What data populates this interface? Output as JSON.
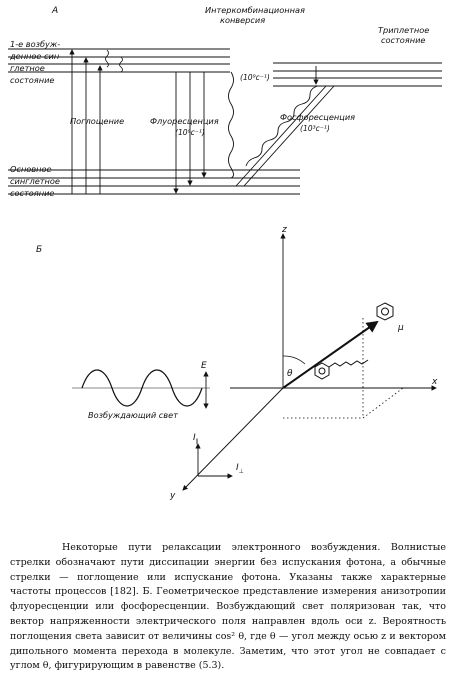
{
  "panel_a": {
    "label": "A",
    "intersystem_crossing": [
      "Интеркомбинационная",
      "конверсия"
    ],
    "intersystem_rate": "(10⁹с⁻¹)",
    "triplet_state": [
      "Триплетное",
      "состояние"
    ],
    "excited_singlet": [
      "1-е возбуж-",
      "денное син-",
      "глетное",
      "состояние"
    ],
    "absorption": "Поглощение",
    "fluorescence": "Флуоресценция",
    "fluorescence_rate": "(10⁹с⁻¹)",
    "phosphorescence": "Фосфоресценция",
    "phosphorescence_rate": "(10³с⁻¹)",
    "ground_singlet": [
      "Основное",
      "синглетное",
      "состояние"
    ]
  },
  "panel_b": {
    "label": "Б",
    "axis_z": "z",
    "axis_x": "x",
    "axis_y": "y",
    "angle": "θ",
    "dipole": "μ",
    "field": "E",
    "exciting_light": "Возбуждающий свет",
    "i_parallel": "I",
    "i_parallel_sub": "∥",
    "i_perp": "I",
    "i_perp_sub": "⊥"
  },
  "caption": {
    "text": "Некоторые пути релаксации электронного возбуждения. Волнистые стрелки обозначают пути диссипации энергии без испускания фотона, а обычные стрелки — поглощение или испускание фотона. Указаны также характерные частоты процессов [182]. Б. Геометрическое представление измерения анизотропии флуоресценции или фосфоресценции. Возбуждающий свет поляризован так, что вектор напряженности электрического поля направлен вдоль оси z. Вероятность поглощения света зависит от величины cos² θ, где θ — угол между осью z и вектором дипольного момента перехода в молекуле. Заметим, что этот угол не совпадает с углом θ, фигурирующим в равенстве (5.3)."
  }
}
